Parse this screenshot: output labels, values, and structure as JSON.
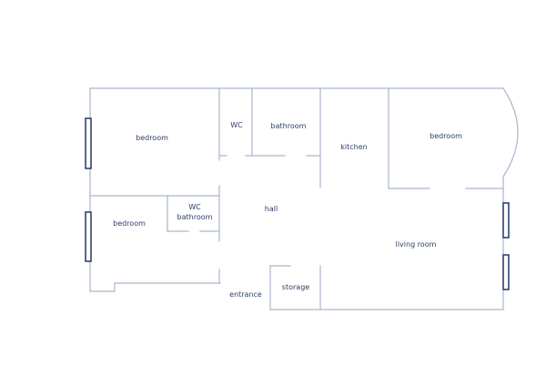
{
  "plan": {
    "colors": {
      "wall": "#a9b6cc",
      "window": "#2f4470",
      "label": "#2c3f66",
      "background": "#ffffff"
    },
    "rooms": {
      "bedroom_top_left": "bedroom",
      "wc_top": "WC",
      "bathroom_top": "bathroom",
      "kitchen": "kitchen",
      "bedroom_top_right": "bedroom",
      "wc_bathroom_line1": "WC",
      "wc_bathroom_line2": "bathroom",
      "bedroom_bottom_left": "bedroom",
      "hall": "hall",
      "living_room": "living room",
      "entrance": "entrance",
      "storage": "storage"
    }
  }
}
